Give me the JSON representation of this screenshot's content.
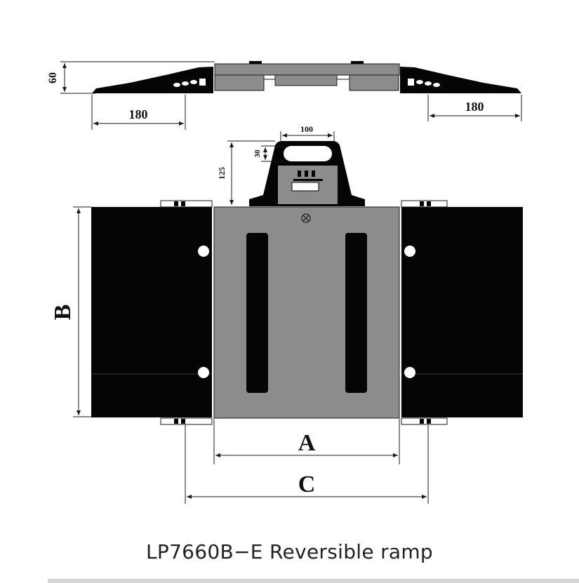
{
  "diagram": {
    "caption": "LP7660B−E Reversible ramp",
    "dimensions": {
      "ramp_height": "60",
      "left_ramp_length": "180",
      "right_ramp_length": "180",
      "handle_width": "100",
      "handle_hole": "30",
      "handle_height": "125",
      "length_b": "B",
      "width_a": "A",
      "width_c": "C"
    },
    "colors": {
      "ramp_black": "#050505",
      "plate_gray": "#8c8c8c",
      "line": "#1a1a1a"
    }
  }
}
